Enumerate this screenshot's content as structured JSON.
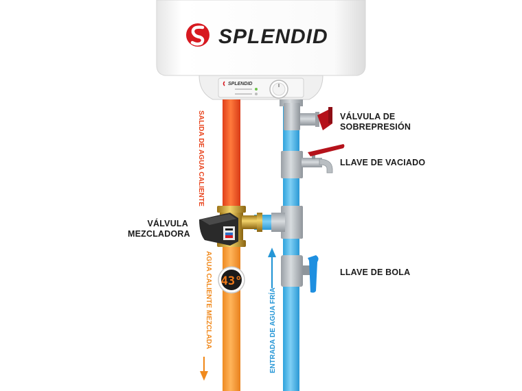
{
  "brand": {
    "name": "SPLENDID",
    "panel_brand": "SPLENDID"
  },
  "labels": {
    "valvula_sobrepresion_1": "VÁLVULA DE",
    "valvula_sobrepresion_2": "SOBREPRESIÓN",
    "llave_vaciado": "LLAVE DE VACIADO",
    "valvula_mezcladora_1": "VÁLVULA",
    "valvula_mezcladora_2": "MEZCLADORA",
    "llave_bola": "LLAVE DE BOLA",
    "salida_agua_caliente": "SALIDA DE AGUA CALIENTE",
    "agua_caliente_mezclada": "AGUA CALIENTE MEZCLADA",
    "entrada_agua_fria": "ENTRADA DE AGUA FRÍA"
  },
  "thermometer": {
    "reading": "43°"
  },
  "colors": {
    "hot_pipe": "#f0501e",
    "mixed_pipe": "#f59a2c",
    "cold_pipe": "#3fb0e6",
    "hot_text": "#e8431c",
    "mixed_text": "#f08a1e",
    "cold_text": "#2596d6",
    "valve_red": "#b5121b",
    "ball_valve_blue": "#1e8fe0",
    "brand_red": "#d71920"
  }
}
